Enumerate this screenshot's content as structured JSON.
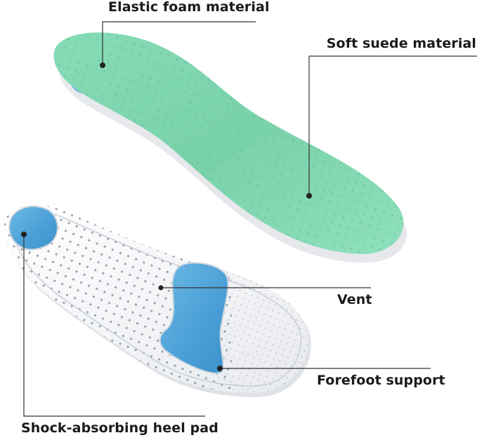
{
  "callouts": {
    "elastic_foam": "Elastic foam material",
    "soft_suede": "Soft suede material",
    "vent": "Vent",
    "forefoot_support": "Forefoot support",
    "heel_pad": "Shock-absorbing heel pad"
  },
  "colors": {
    "top_insole": "#7fd6ae",
    "top_insole_edge": "#e9ecef",
    "bottom_insole": "#f4f5f7",
    "gel_pad": "#56a9dc",
    "leader_line": "#333333",
    "text": "#1a1a1a"
  }
}
